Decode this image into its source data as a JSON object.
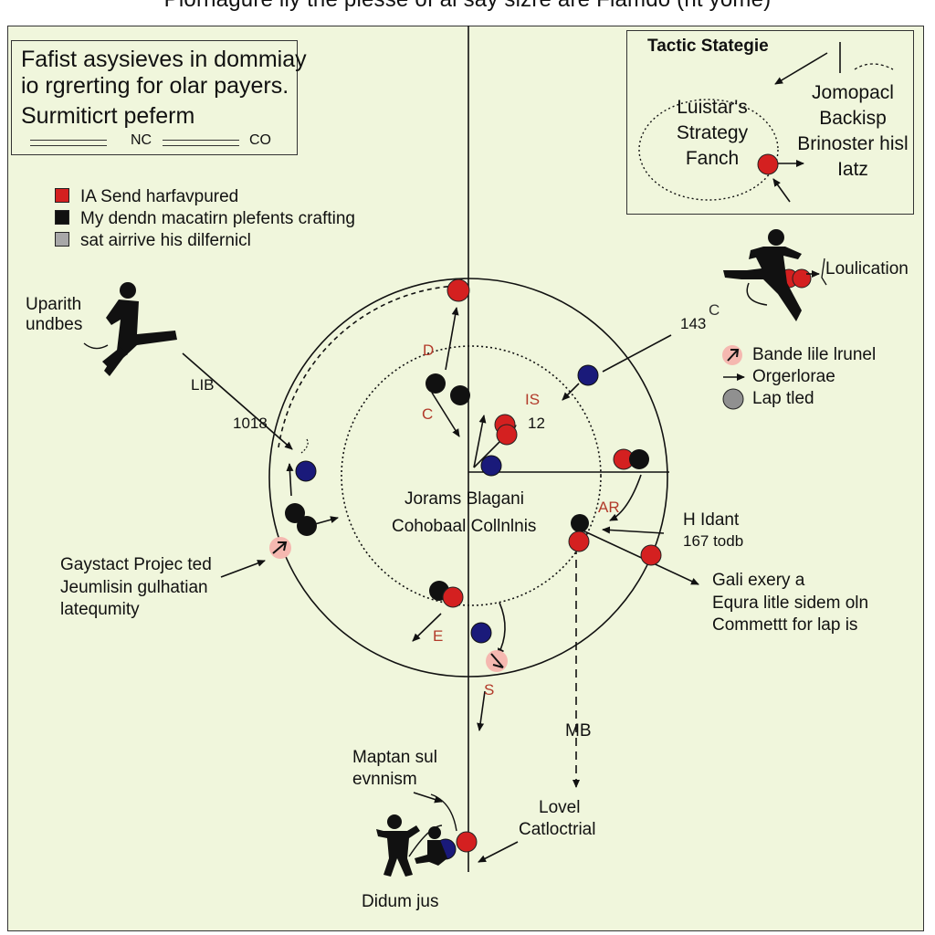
{
  "title": "Plorhagure ily the plesse of al say sizre are Flamdo (nt yome)",
  "info_box": {
    "line1": "Fafist asysieves in dommiay",
    "line2": "io rgrerting for olar payers.",
    "line3": "Surmiticrt peferm",
    "nc": "NC",
    "co": "CO"
  },
  "legend_top": [
    {
      "label": "IA Send harfavpured",
      "color": "#d42020"
    },
    {
      "label": "My dendn macatirn plefents crafting",
      "color": "#111111"
    },
    {
      "label": "sat airrive his dilfernicl",
      "color": "#a8a8a8"
    }
  ],
  "tactic_box": {
    "heading": "Tactic Stategie",
    "circle_lines": [
      "Luistar's",
      "Strategy",
      "Fanch"
    ],
    "right_lines": [
      "Jomopacl",
      "Backisp",
      "Brinoster hisl",
      "Iatz"
    ]
  },
  "legend_right": [
    {
      "label": "Bande lile lrunel",
      "icon": "star-marker-icon"
    },
    {
      "label": "Orgerlorae",
      "icon": "arrow-icon"
    },
    {
      "label": "Lap tled",
      "icon": "grey-circle-icon"
    }
  ],
  "labels": {
    "uparith": "Uparith",
    "undbes": "undbes",
    "lib": "LIB",
    "n1018": "1018",
    "n143": "143",
    "c_top": "C",
    "d_mark": "D",
    "c_mark": "C",
    "is_mark": "IS",
    "n12": "12",
    "center_line1": "Jorams Blagani",
    "center_line2": "Cohobaal Collnlnis",
    "ar_mark": "AR",
    "h_idant": "H Idant",
    "n167": "167 todb",
    "gali_line1": "Gali exery a",
    "gali_line2": "Equra litle sidem oln",
    "gali_line3": "Commettt for lap is",
    "gaystact_line1": "Gaystact Projec ted",
    "gaystact_line2": "Jeumlisin gulhatian",
    "gaystact_line3": "latequmity",
    "e_mark": "E",
    "s_mark": "S",
    "mb": "MB",
    "maptan_line1": "Maptan sul",
    "maptan_line2": "evnnism",
    "lovel_line1": "Lovel",
    "lovel_line2": "Catloctrial",
    "didum": "Didum jus",
    "loulication": "Loulication"
  },
  "colors": {
    "field": "#f0f6dc",
    "red_player": "#d42020",
    "blue_player": "#1a1a7a",
    "black_player": "#111111",
    "marker_pink": "#f5b8b0"
  }
}
